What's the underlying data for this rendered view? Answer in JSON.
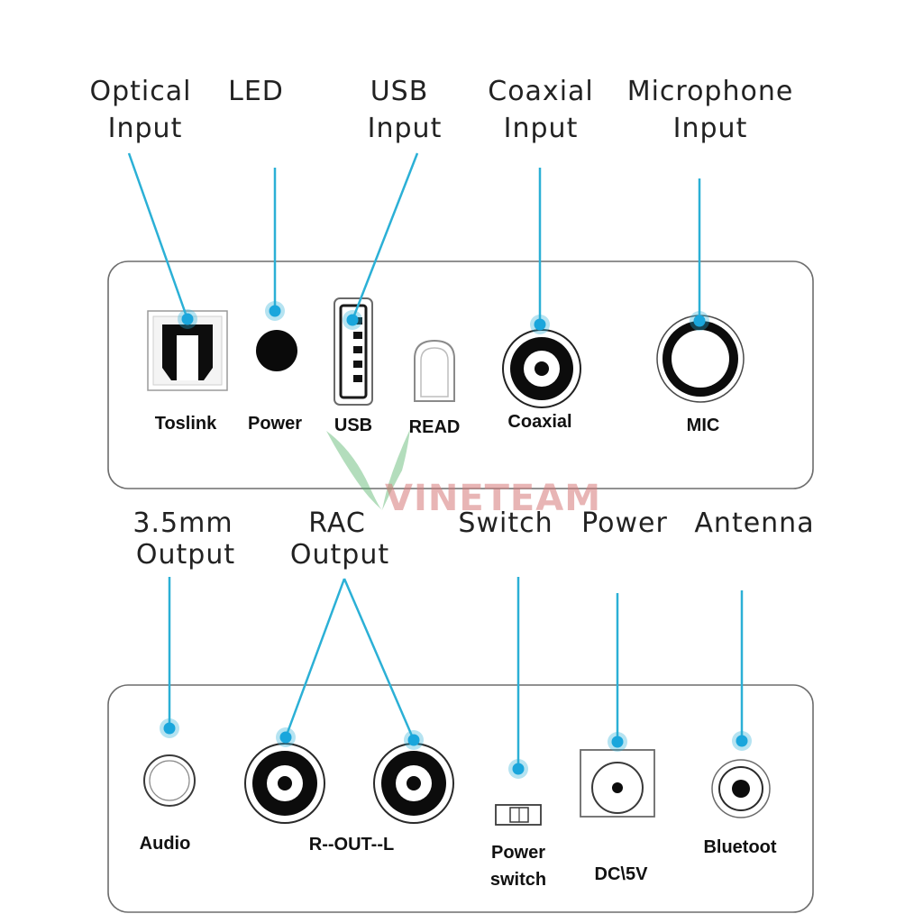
{
  "top_callouts": {
    "optical": [
      "Optical",
      "Input"
    ],
    "led": [
      "LED"
    ],
    "usb": [
      "USB",
      "Input"
    ],
    "coaxial": [
      "Coaxial",
      "Input"
    ],
    "microphone": [
      "Microphone",
      "Input"
    ]
  },
  "top_panel_labels": {
    "toslink": "Toslink",
    "power": "Power",
    "usb": "USB",
    "read": "READ",
    "coaxial": "Coaxial",
    "mic": "MIC"
  },
  "bottom_callouts": {
    "output_35mm": [
      "3.5mm",
      "Output"
    ],
    "rac": [
      "RAC",
      "Output"
    ],
    "switch": [
      "Switch"
    ],
    "power": [
      "Power"
    ],
    "antenna": [
      "Antenna"
    ]
  },
  "bottom_panel_labels": {
    "audio": "Audio",
    "rca": "R--OUT--L",
    "power_switch": [
      "Power",
      "switch"
    ],
    "dc": "DC\\5V",
    "bluetooth": "Bluetoot"
  },
  "watermark": "VINETEAM",
  "colors": {
    "leader": "#2bb0d6",
    "dot": "#1aa6dc",
    "panel_border": "#6d6d6d",
    "watermark_text": "#d67a7a",
    "watermark_logo": "#56b36b"
  }
}
